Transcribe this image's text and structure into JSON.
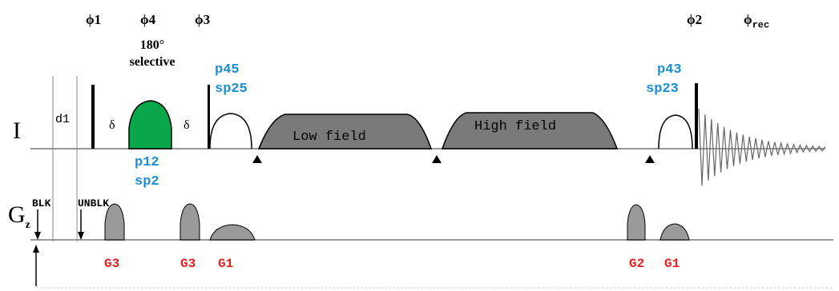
{
  "phases": {
    "phi1": "ϕ1",
    "phi4": "ϕ4",
    "phi3": "ϕ3",
    "phi2": "ϕ2",
    "phirec_main": "ϕ",
    "phirec_sub": "rec"
  },
  "pulse_labels": {
    "selective_line1": "180°",
    "selective_line2": "selective",
    "p45": "p45",
    "sp25": "sp25",
    "p43": "p43",
    "sp23": "sp23",
    "p12": "p12",
    "sp2": "sp2"
  },
  "channels": {
    "I": "I",
    "Gz_main": "G",
    "Gz_sub": "z"
  },
  "delays": {
    "d1": "d1",
    "delta_left": "δ",
    "delta_right": "δ"
  },
  "fields": {
    "low": "Low field",
    "high": "High field"
  },
  "blanking": {
    "blk": "BLK",
    "unblk": "UNBLK"
  },
  "gradients": {
    "g3_a": "G3",
    "g3_b": "G3",
    "g1_a": "G1",
    "g2": "G2",
    "g1_b": "G1"
  },
  "colors": {
    "selective_pulse": "#0aa64a",
    "field_ramp": "#7a7a7a",
    "gradient": "#9a9a9a",
    "label_blue": "#1a8fd6",
    "label_red": "#e81e1e"
  }
}
